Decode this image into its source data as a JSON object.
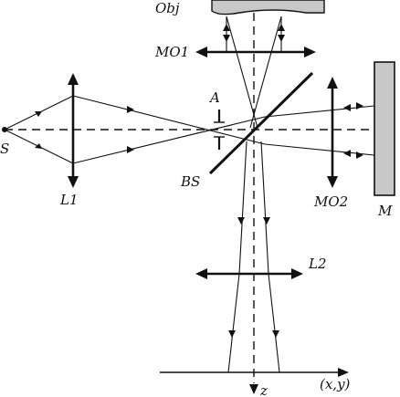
{
  "labels": {
    "obj": "Obj",
    "mo1": "MO1",
    "mo2": "MO2",
    "aperture": "A",
    "source": "S",
    "lens1": "L1",
    "lens2": "L2",
    "beamsplitter": "BS",
    "mirror": "M",
    "axis_z": "z",
    "plane_xy": "(x,y)"
  },
  "colors": {
    "line": "#111111",
    "mirror_fill": "#c8c8c8",
    "object_fill": "#c8c8c8"
  }
}
